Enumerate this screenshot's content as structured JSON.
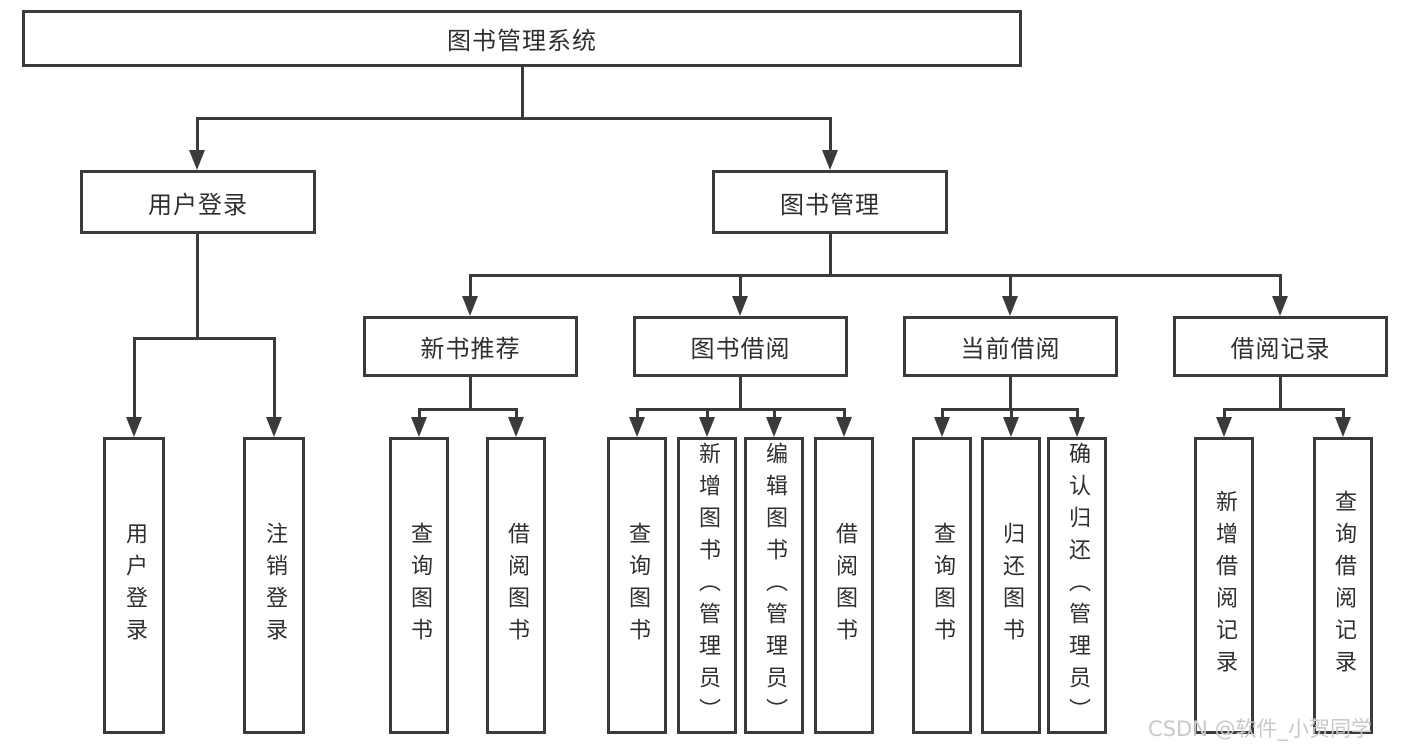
{
  "diagram": {
    "root": "图书管理系统",
    "level2": {
      "user_login": "用户登录",
      "book_management": "图书管理"
    },
    "level3": {
      "new_books": "新书推荐",
      "borrowing": "图书借阅",
      "current": "当前借阅",
      "records": "借阅记录"
    },
    "leaves": {
      "login": "用户登录",
      "logout": "注销登录",
      "nb_query": "查询图书",
      "nb_borrow": "借阅图书",
      "bw_query": "查询图书",
      "bw_add": "新增图书（管理员）",
      "bw_edit": "编辑图书（管理员）",
      "bw_borrow": "借阅图书",
      "cu_query": "查询图书",
      "cu_return": "归还图书",
      "cu_confirm": "确认归还（管理员）",
      "rc_add": "新增借阅记录",
      "rc_query": "查询借阅记录"
    },
    "colors": {
      "line": "#3a3a3a",
      "text": "#2f2f2f",
      "watermark": "#c9c9c9",
      "background": "#ffffff"
    }
  },
  "watermark": "CSDN @软件_小贺同学"
}
